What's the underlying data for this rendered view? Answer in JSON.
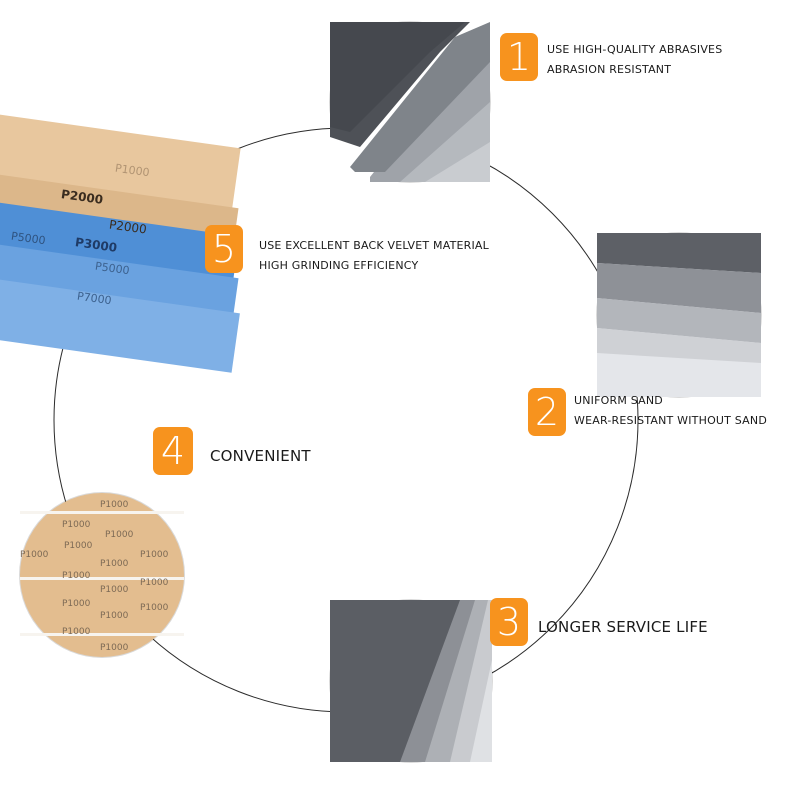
{
  "features": [
    {
      "number": "1",
      "lines": [
        "USE HIGH-QUALITY ABRASIVES",
        "ABRASION RESISTANT"
      ]
    },
    {
      "number": "2",
      "lines": [
        "UNIFORM SAND",
        "WEAR-RESISTANT WITHOUT SAND"
      ]
    },
    {
      "number": "3",
      "lines": [
        "LONGER SERVICE LIFE"
      ]
    },
    {
      "number": "4",
      "lines": [
        "CONVENIENT"
      ]
    },
    {
      "number": "5",
      "lines": [
        "USE EXCELLENT BACK VELVET MATERIAL",
        "HIGH GRINDING EFFICIENCY"
      ]
    }
  ],
  "photos": {
    "velvet_labels": [
      "P1000",
      "P2000",
      "P2000",
      "P3000",
      "P5000",
      "P5000",
      "P7000"
    ],
    "tan_labels": [
      "P1000",
      "P1000",
      "P1000",
      "P1000",
      "P1000",
      "P1000",
      "P1000",
      "P1000",
      "P1000",
      "P1000",
      "P1000",
      "P1000",
      "P1000",
      "P1000",
      "P1000"
    ]
  },
  "colors": {
    "badge": "#f7931e",
    "ring": "#2b2b2b"
  }
}
